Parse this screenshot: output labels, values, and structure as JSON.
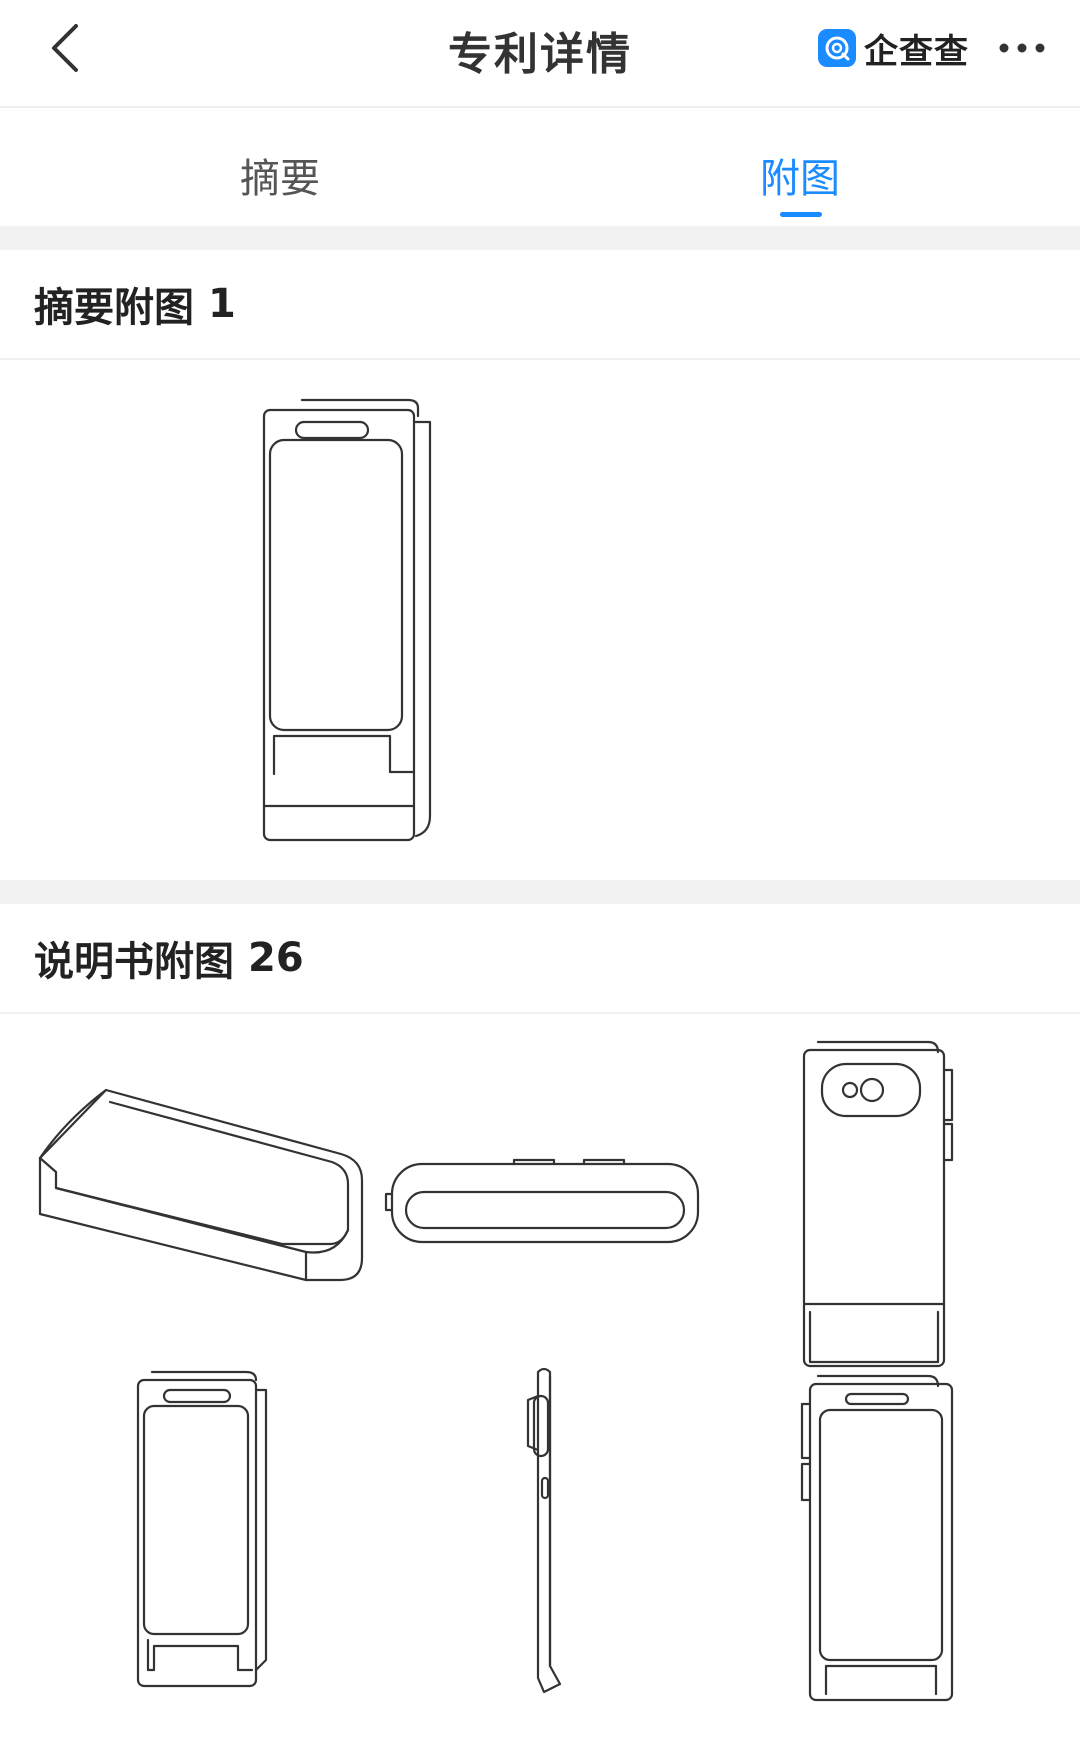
{
  "header": {
    "title": "专利详情",
    "brand_name": "企查查",
    "back_icon": "chevron-left-icon",
    "more_icon": "more-dots-icon"
  },
  "tabs": [
    {
      "label": "摘要",
      "active": false
    },
    {
      "label": "附图",
      "active": true
    }
  ],
  "colors": {
    "accent": "#1a8cff",
    "divider": "#f2f2f2"
  },
  "sections": [
    {
      "title": "摘要附图",
      "count": "1"
    },
    {
      "title": "说明书附图",
      "count": "26"
    }
  ]
}
